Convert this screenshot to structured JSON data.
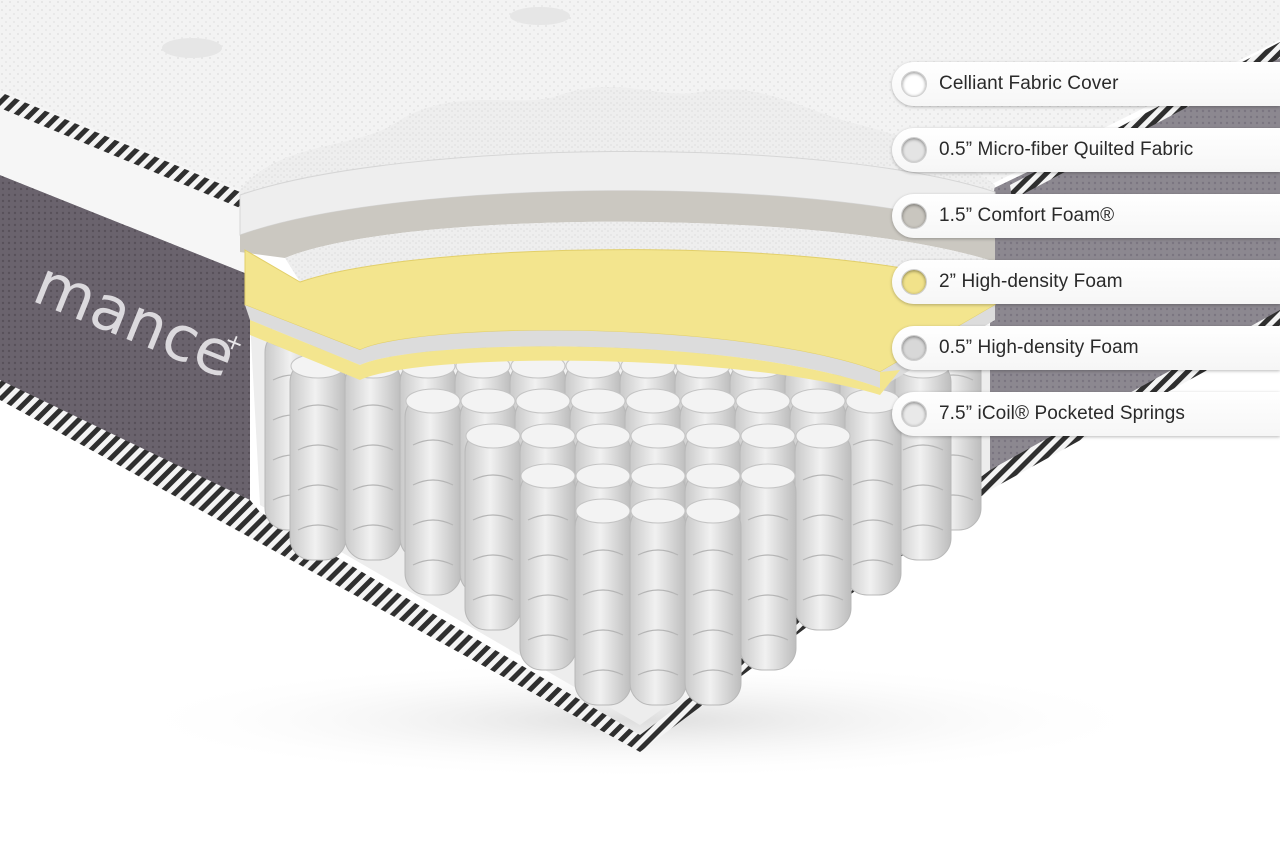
{
  "brand": {
    "wordmark": "mance",
    "superscript": "+"
  },
  "legend": {
    "items": [
      {
        "label": "Celliant Fabric Cover",
        "swatch_color": "#ffffff"
      },
      {
        "label": "0.5” Micro-fiber Quilted Fabric",
        "swatch_color": "#e4e4e4"
      },
      {
        "label": "1.5” Comfort Foam®",
        "swatch_color": "#c9c6bf"
      },
      {
        "label": "2” High-density Foam",
        "swatch_color": "#f1e28a"
      },
      {
        "label": "0.5” High-density Foam",
        "swatch_color": "#d8d8d8"
      },
      {
        "label": "7.5” iCoil® Pocketed Springs",
        "swatch_color": "#e9e9e9"
      }
    ]
  },
  "colors": {
    "fabric": "#f2f2f2",
    "side_panel": "#6e6670",
    "comfort_foam": "#cbc8c1",
    "quilted_fabric": "#ebebeb",
    "hd_foam_yellow": "#f3e58e",
    "hd_foam_grey": "#dcdcdc",
    "spring": "#dadada",
    "piping": "#333333"
  }
}
